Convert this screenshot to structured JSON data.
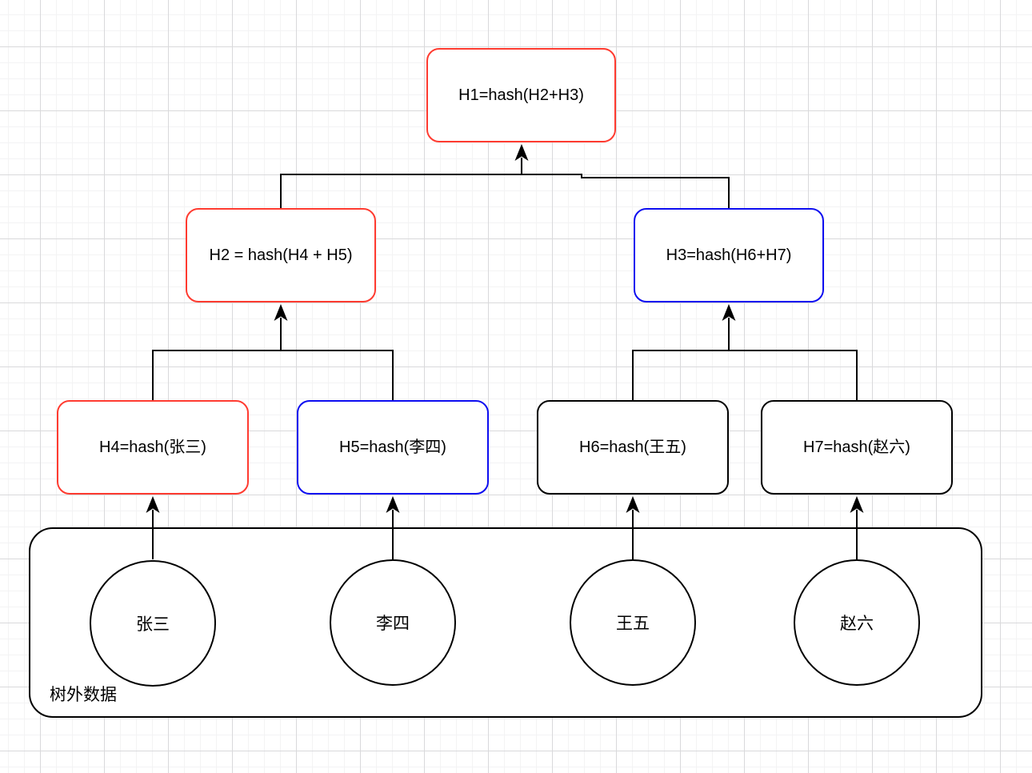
{
  "diagram": {
    "kind": "merkle-hash-tree",
    "colors": {
      "red": "#ff3b30",
      "blue": "#0d0df0",
      "black": "#000000",
      "grid_minor": "#f3f3f4",
      "grid_major": "#d9d9db",
      "background": "#ffffff"
    },
    "nodes": {
      "h1": {
        "label": "H1=hash(H2+H3)",
        "border_color": "#ff3b30"
      },
      "h2": {
        "label": "H2 = hash(H4 + H5)",
        "border_color": "#ff3b30"
      },
      "h3": {
        "label": "H3=hash(H6+H7)",
        "border_color": "#0d0df0"
      },
      "h4": {
        "label": "H4=hash(张三)",
        "border_color": "#ff3b30"
      },
      "h5": {
        "label": "H5=hash(李四)",
        "border_color": "#0d0df0"
      },
      "h6": {
        "label": "H6=hash(王五)",
        "border_color": "#000000"
      },
      "h7": {
        "label": "H7=hash(赵六)",
        "border_color": "#000000"
      }
    },
    "leaves": {
      "zhangsan": {
        "label": "张三",
        "border_color": "#ff3b30"
      },
      "lisi": {
        "label": "李四",
        "border_color": "#000000"
      },
      "wangwu": {
        "label": "王五",
        "border_color": "#000000"
      },
      "zhaoliu": {
        "label": "赵六",
        "border_color": "#000000"
      }
    },
    "container": {
      "label": "树外数据"
    },
    "edges": [
      {
        "from": "张三",
        "to": "H4"
      },
      {
        "from": "李四",
        "to": "H5"
      },
      {
        "from": "王五",
        "to": "H6"
      },
      {
        "from": "赵六",
        "to": "H7"
      },
      {
        "from": "H4",
        "to": "H2"
      },
      {
        "from": "H5",
        "to": "H2"
      },
      {
        "from": "H6",
        "to": "H3"
      },
      {
        "from": "H7",
        "to": "H3"
      },
      {
        "from": "H2",
        "to": "H1"
      },
      {
        "from": "H3",
        "to": "H1"
      }
    ]
  }
}
